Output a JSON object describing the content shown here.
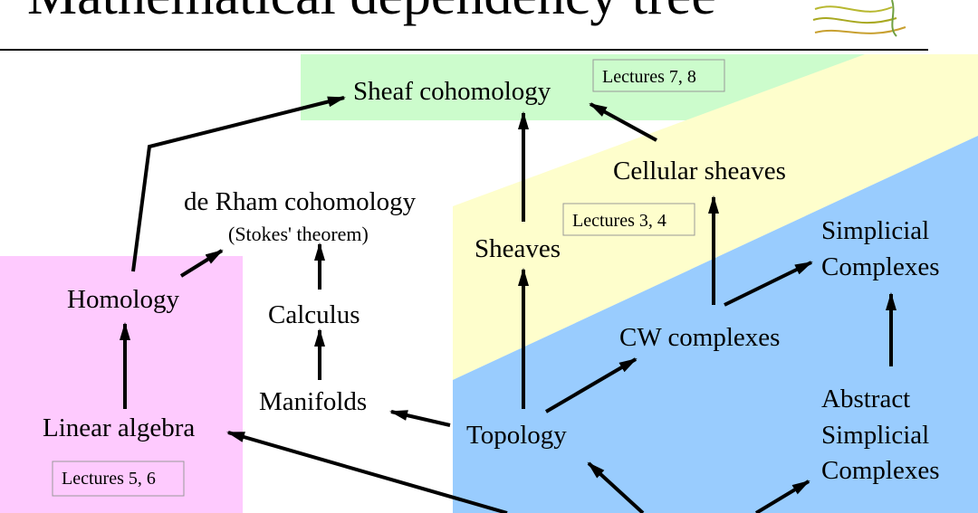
{
  "title": "Mathematical dependency tree",
  "colors": {
    "green": "#ccfccc",
    "yellow": "#fefecc",
    "blue": "#99ccfe",
    "pink": "#fecafe",
    "lecture_box_border": "#999999"
  },
  "lectures": {
    "l78": "Lectures 7, 8",
    "l34": "Lectures 3, 4",
    "l56": "Lectures 5, 6"
  },
  "nodes": {
    "sheaf_cohomology": "Sheaf cohomology",
    "cellular_sheaves": "Cellular sheaves",
    "de_rham": "de Rham cohomology",
    "stokes": "(Stokes' theorem)",
    "sheaves": "Sheaves",
    "simplicial_1": "Simplicial",
    "simplicial_2": "Complexes",
    "homology": "Homology",
    "calculus": "Calculus",
    "cw_complexes": "CW complexes",
    "manifolds": "Manifolds",
    "linear_algebra": "Linear algebra",
    "topology": "Topology",
    "abstract_1": "Abstract",
    "abstract_2": "Simplicial",
    "abstract_3": "Complexes"
  },
  "logo_icon": "wavy-lines-logo"
}
